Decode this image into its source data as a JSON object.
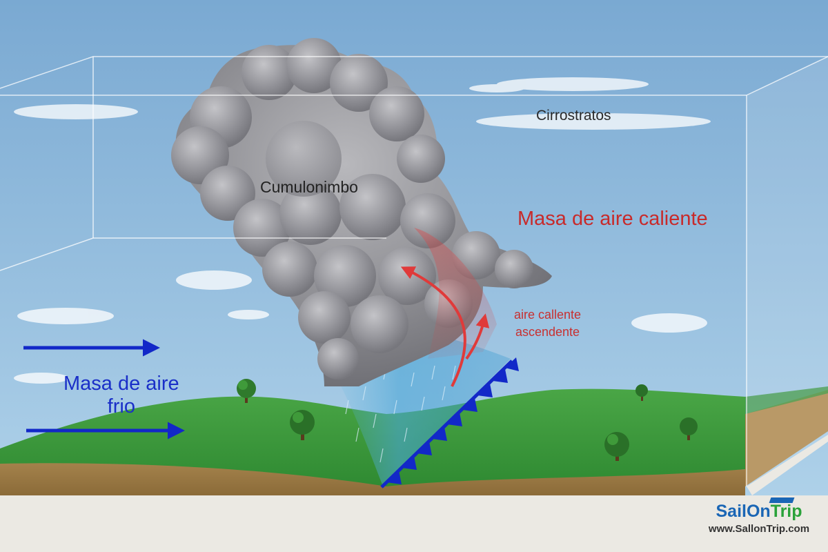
{
  "labels": {
    "cirrostratus": "Cirrostratos",
    "cumulonimbus": "Cumulonimbo",
    "warm_air_mass": "Masa de aire caliente",
    "rising_warm_air_line1": "aire callente",
    "rising_warm_air_line2": "ascendente",
    "cold_air_mass_line1": "Masa de aire",
    "cold_air_mass_line2": "frio"
  },
  "logo": {
    "name_part1": "SailOn",
    "name_part2": "Trip",
    "url": "www.SallonTrip.com"
  },
  "colors": {
    "sky_top": "#7fadd4",
    "sky_bottom": "#a9cde6",
    "grass": "#3f9a3a",
    "soil": "#9a7a45",
    "cloud": "#8a8a8e",
    "cold_front": "#1228c8",
    "warm_air": "#d83a3a",
    "rain": "#4aa6d6"
  },
  "icons": {
    "cold_arrow": "arrow-right-icon",
    "warm_arrow": "curved-arrow-up-icon",
    "tree": "tree-icon",
    "front_symbol": "cold-front-triangle-icon"
  }
}
